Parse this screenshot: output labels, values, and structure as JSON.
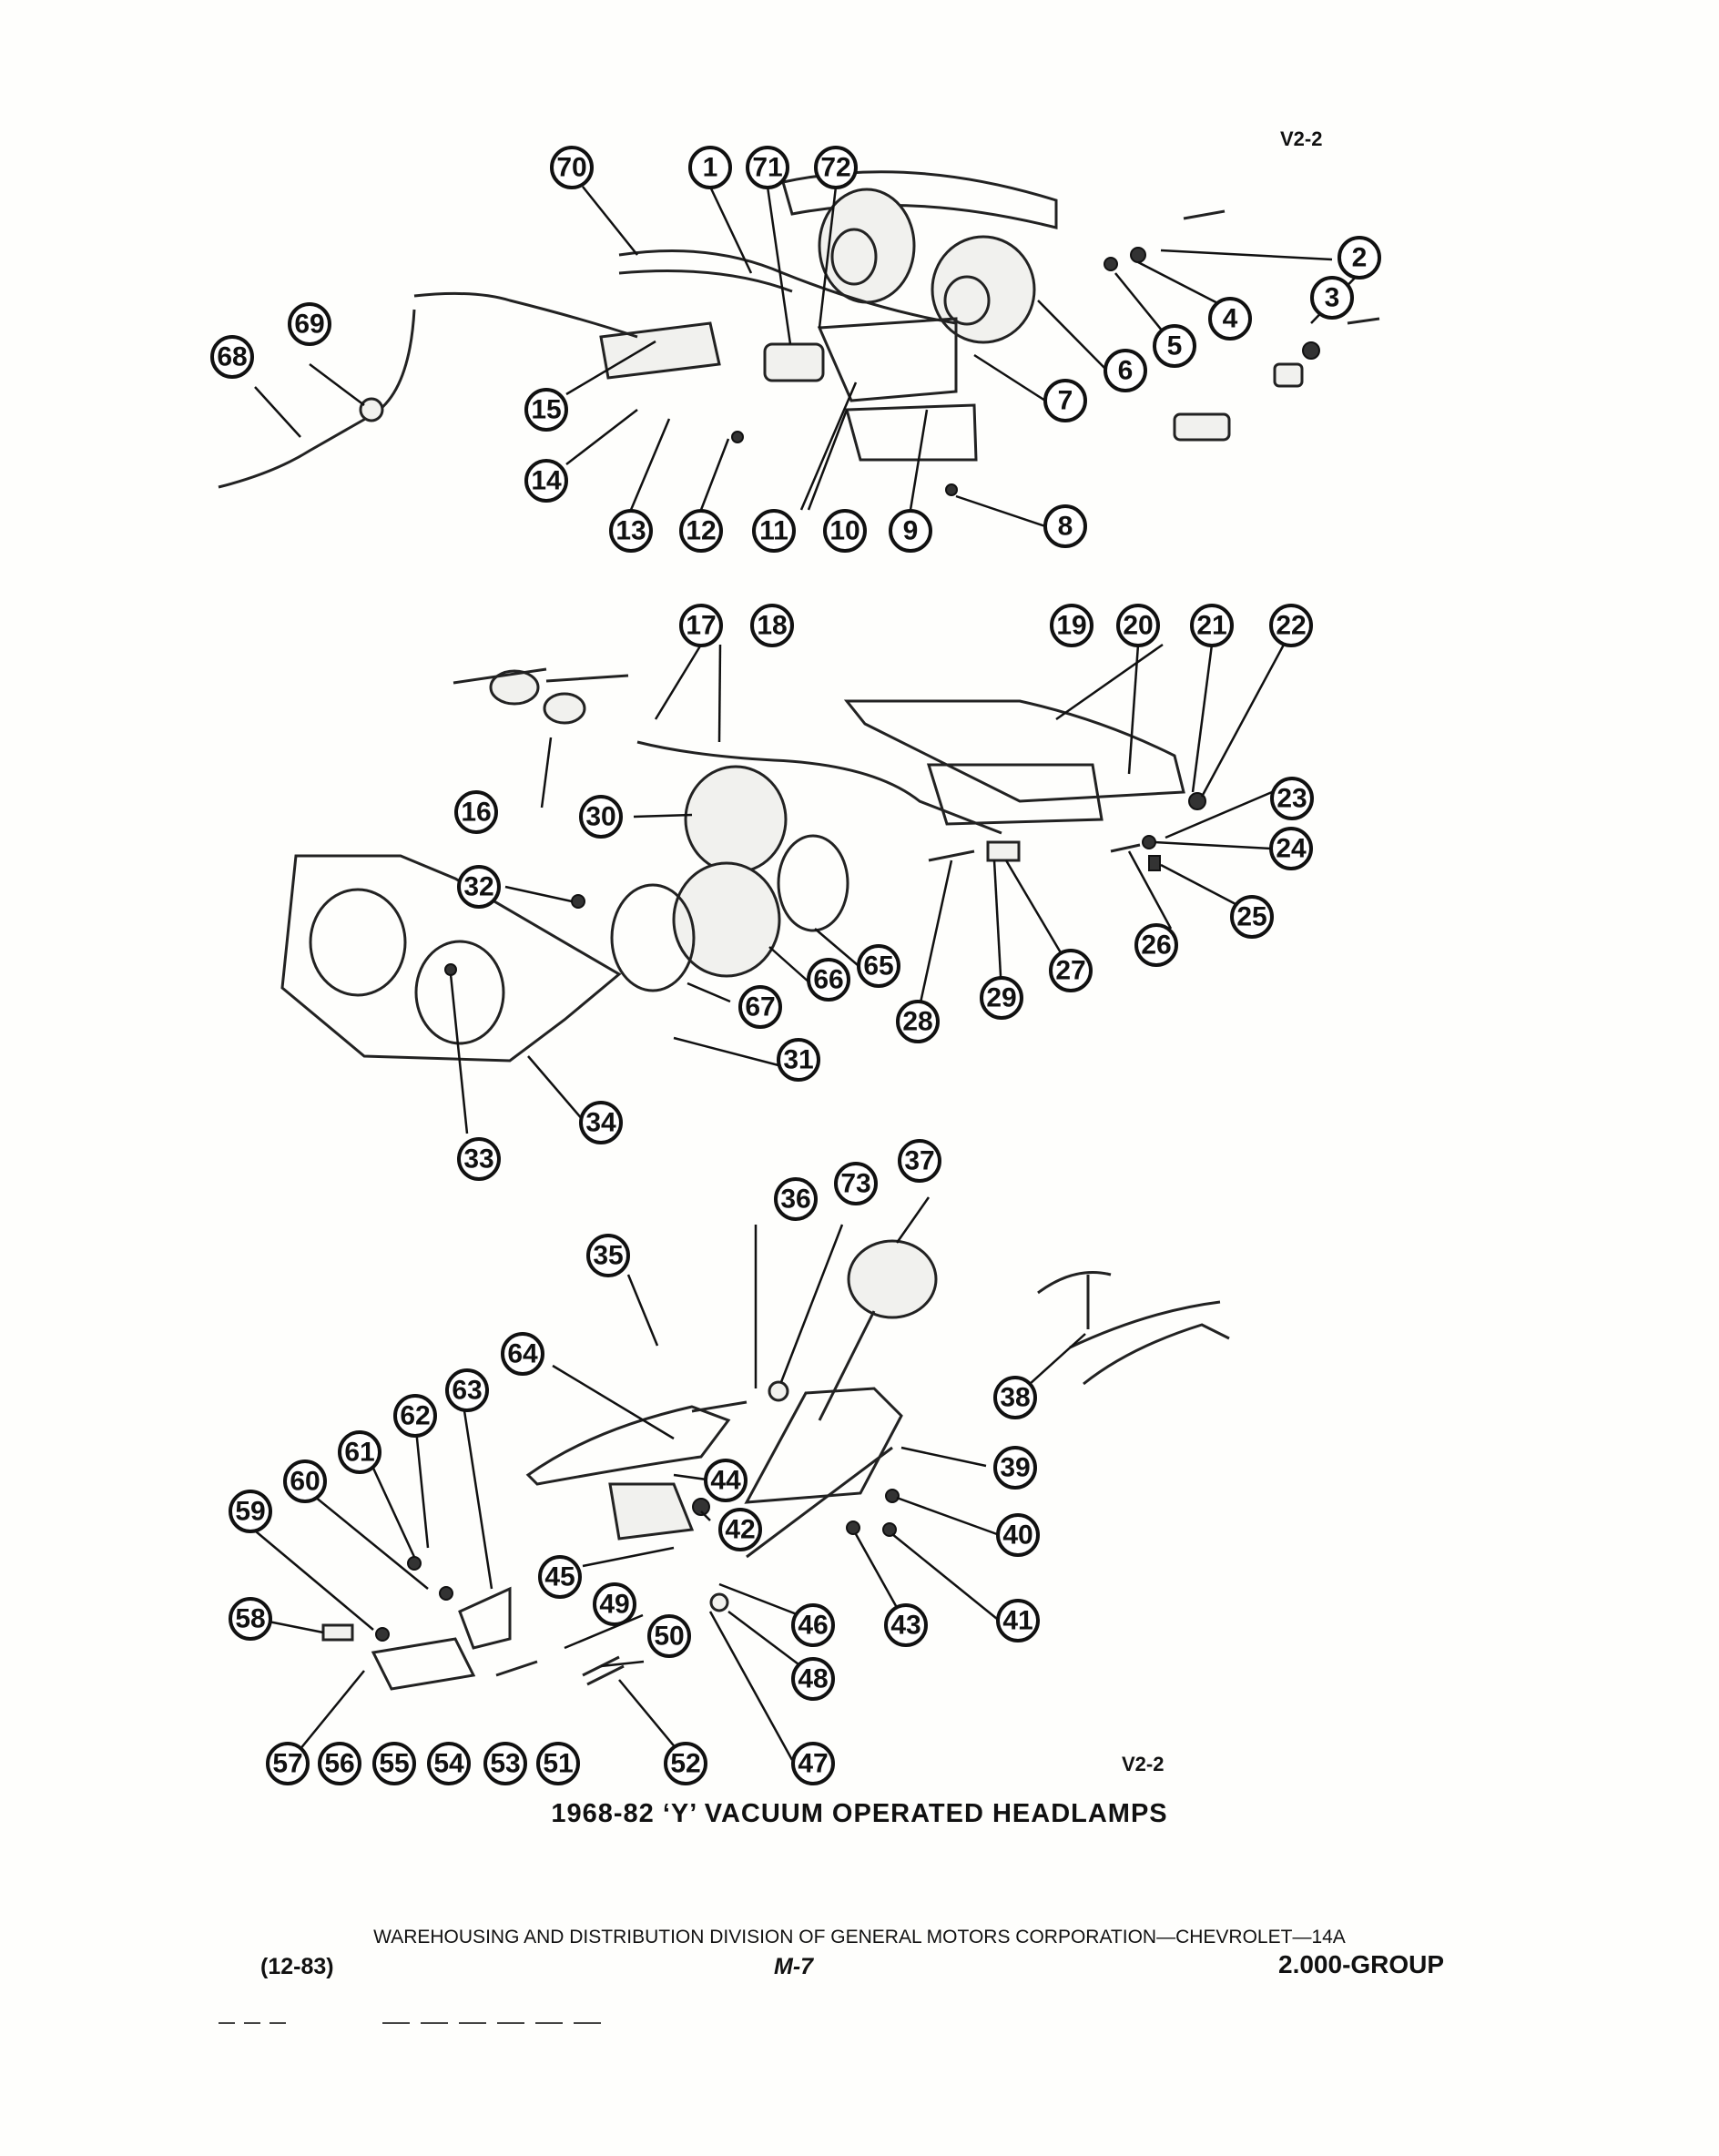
{
  "sheet_ids": {
    "top": "V2-2",
    "bottom": "V2-2"
  },
  "title": "1968-82 ‘Y’ VACUUM OPERATED HEADLAMPS",
  "footer": {
    "division": "WAREHOUSING AND DISTRIBUTION DIVISION OF GENERAL MOTORS CORPORATION—CHEVROLET—14A",
    "date": "(12-83)",
    "page": "M-7",
    "group": "2.000-GROUP"
  },
  "callouts": [
    "1",
    "2",
    "3",
    "4",
    "5",
    "6",
    "7",
    "8",
    "9",
    "10",
    "11",
    "12",
    "13",
    "14",
    "15",
    "16",
    "17",
    "18",
    "19",
    "20",
    "21",
    "22",
    "23",
    "24",
    "25",
    "26",
    "27",
    "28",
    "29",
    "30",
    "31",
    "32",
    "33",
    "34",
    "35",
    "36",
    "37",
    "38",
    "39",
    "40",
    "41",
    "42",
    "43",
    "44",
    "45",
    "46",
    "47",
    "48",
    "49",
    "50",
    "51",
    "52",
    "53",
    "54",
    "55",
    "56",
    "57",
    "58",
    "59",
    "60",
    "61",
    "62",
    "63",
    "64",
    "65",
    "66",
    "67",
    "68",
    "69",
    "70",
    "71",
    "72",
    "73"
  ]
}
